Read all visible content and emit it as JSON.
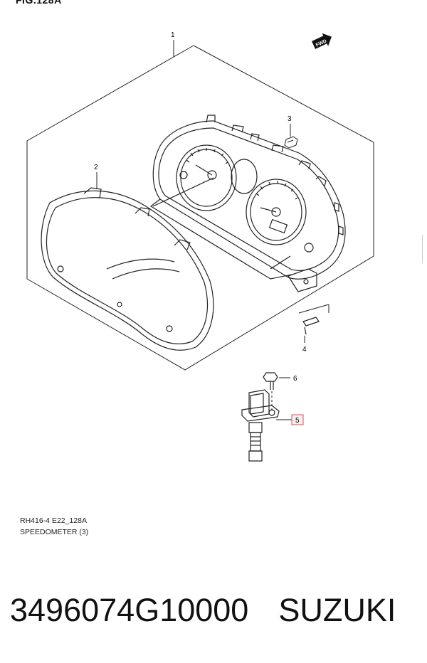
{
  "figure": {
    "title": "FIG.128A"
  },
  "callouts": {
    "c1": "1",
    "c2": "2",
    "c3": "3",
    "c4": "4",
    "c5": "5",
    "c6": "6"
  },
  "fwd_label": "FWD",
  "captions": {
    "code": "RH416-4 E22_128A",
    "name": "SPEEDOMETER (3)"
  },
  "part": {
    "number": "3496074G10000",
    "brand": "SUZUKI"
  },
  "colors": {
    "line": "#222222",
    "highlight_box": "#d05060"
  }
}
